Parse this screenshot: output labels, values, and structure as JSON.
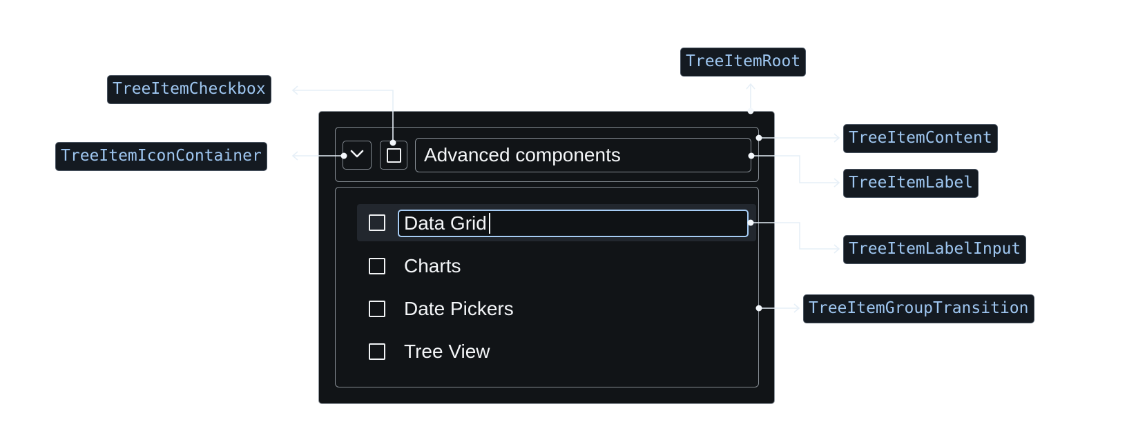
{
  "callouts": {
    "root": "TreeItemRoot",
    "checkbox": "TreeItemCheckbox",
    "icon_container": "TreeItemIconContainer",
    "content": "TreeItemContent",
    "label": "TreeItemLabel",
    "label_input": "TreeItemLabelInput",
    "group_transition": "TreeItemGroupTransition"
  },
  "tree": {
    "parent_label": "Advanced components",
    "expand_icon": "chevron-down-icon",
    "children": [
      {
        "label": "Data Grid",
        "editing": true,
        "selected": true
      },
      {
        "label": "Charts"
      },
      {
        "label": "Date Pickers"
      },
      {
        "label": "Tree View"
      }
    ]
  },
  "colors": {
    "background": "#ffffff",
    "panel": "#111417",
    "outline": "#868d94",
    "callout_bg": "#141a21",
    "callout_text": "#9ec6f0",
    "connector": "#e6eff7",
    "focus": "#a7cdf5"
  }
}
